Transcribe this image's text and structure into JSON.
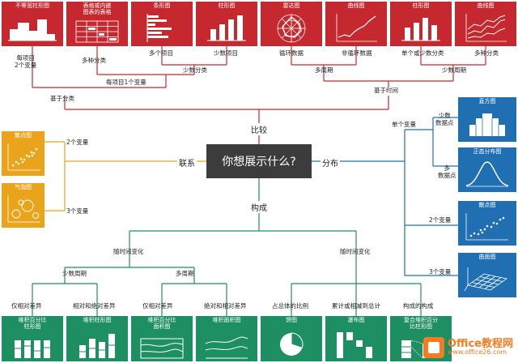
{
  "center": {
    "title": "你想展示什么?"
  },
  "branches": {
    "compare": "比较",
    "relation": "联系",
    "distribution": "分布",
    "composition": "构成"
  },
  "compare": {
    "by_category": "基于分类",
    "by_time": "基于时间",
    "one_var_per_item": "每项目1个变量",
    "per_item_two_vars": "每项目\n2个变量",
    "multi_category": "多种分类",
    "many_items": "多个项目",
    "few_items": "少数项目",
    "few_categories": "少数分类",
    "many_periods": "多周期",
    "few_periods": "少数周期",
    "cyclic": "循环数据",
    "non_cyclic": "非循环数据",
    "single_or_few": "单个或少数分类",
    "many_cat": "多种分类"
  },
  "relation": {
    "two_vars": "2个变量",
    "three_vars": "3个变量"
  },
  "distribution": {
    "single_var": "单个变量",
    "few_points": "少数\n数据点",
    "many_points": "多\n数据点",
    "two_vars": "2个变量",
    "three_vars": "3个变量"
  },
  "composition": {
    "over_time": "随时间变化",
    "over_time_2": "随时间变化",
    "few_periods": "少数周期",
    "many_periods": "多周期",
    "rel_only": "仅相对差异",
    "rel_abs": "相对和绝对差异",
    "rel_only_2": "仅相对差异",
    "abs_rel": "绝对和相对差异",
    "share": "占总体的比例",
    "accum": "累计或相减到总计",
    "component": "构成的构成"
  },
  "cards": {
    "var_width_bar": "不等宽柱形图",
    "table_embedded": "表格或内嵌\n图表的表格",
    "bar_h": "条形图",
    "column": "柱形图",
    "radar": "雷达图",
    "line": "曲线图",
    "column2": "柱形图",
    "line2": "曲线图",
    "scatter": "散点图",
    "bubble": "气泡图",
    "histogram": "直方图",
    "normal_dist": "正态分布图",
    "scatter2": "散点图",
    "surface": "曲面图",
    "stacked_pct_column": "堆积百分比\n柱形图",
    "stacked_column": "堆积柱形图",
    "stacked_pct_area": "堆积百分比\n面积图",
    "stacked_area": "堆积面积图",
    "pie": "饼图",
    "waterfall": "瀑布图",
    "composite_stacked": "复合堆积百分\n比柱形图"
  },
  "watermark": {
    "brand": "Office教程网",
    "url": "www.office26.com"
  },
  "colors": {
    "compare": "#c5282f",
    "relation": "#e9a41b",
    "distribution": "#1f6fb2",
    "composition": "#1e8e63",
    "center": "#3c3c3c"
  }
}
